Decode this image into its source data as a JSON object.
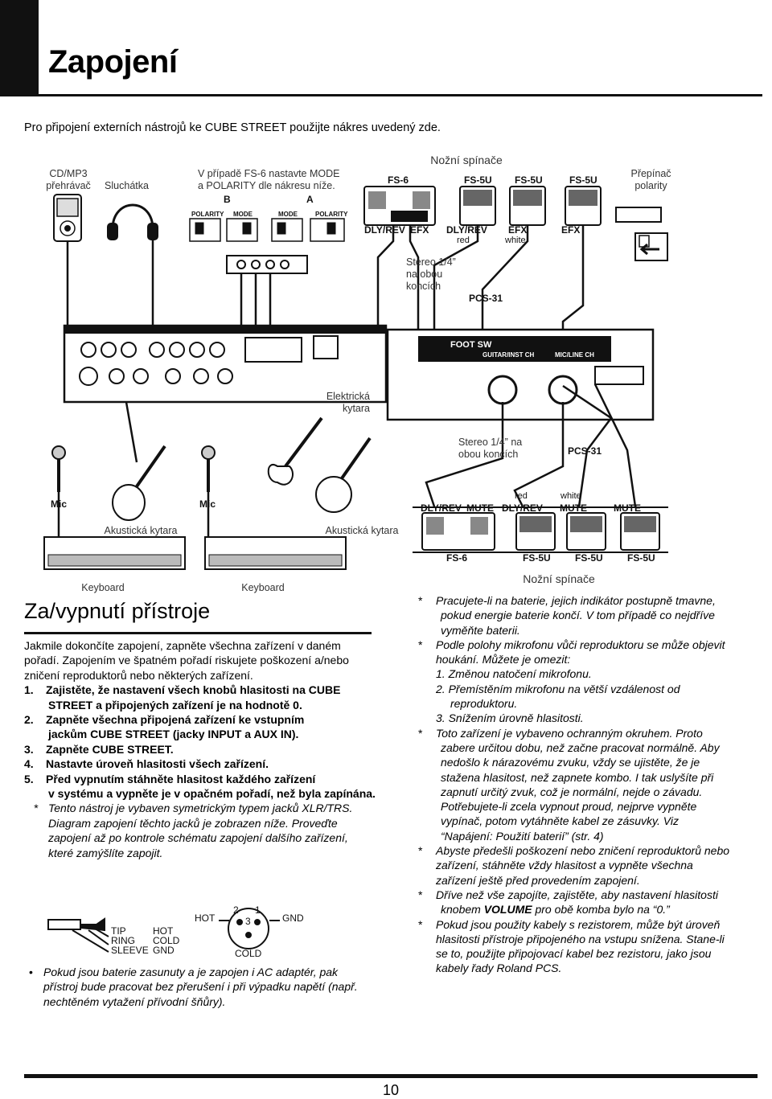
{
  "header": {
    "title": "Zapojení"
  },
  "intro": "Pro připojení externích nástrojů ke CUBE STREET použijte nákres uvedený zde.",
  "diagram": {
    "labels": {
      "cd_player": [
        "CD/MP3",
        "přehrávač"
      ],
      "headphones": "Sluchátka",
      "mode_note": [
        "V případě FS-6 nastavte MODE",
        "a POLARITY dle nákresu níže."
      ],
      "foot_switches_top": "Nožní spínače",
      "polarity_switch": [
        "Přepínač",
        "polarity"
      ],
      "stereo_top": [
        "Stereo 1/4”",
        "na obou",
        "koncích"
      ],
      "pcs31": "PCS-31",
      "electric_guitar": [
        "Elektrická",
        "kytara"
      ],
      "stereo_mid": [
        "Stereo 1/4” na",
        "obou koncích"
      ],
      "mic": "Mic",
      "acoustic_guitar": "Akustická kytara",
      "keyboard": "Keyboard",
      "foot_switches_bottom": "Nožní spínače",
      "fs6": "FS-6",
      "fs5u": "FS-5U",
      "dly_rev": "DLY/REV",
      "efx": "EFX",
      "mute": "MUTE",
      "red": "red",
      "white": "white",
      "b": "B",
      "a": "A",
      "polarity": "POLARITY",
      "mode": "MODE",
      "foot_sw": "FOOT SW",
      "guitar_inst": "GUITAR/INST CH",
      "mic_line": "MIC/LINE CH"
    }
  },
  "section": {
    "title": "Za/vypnutí přístroje",
    "para": "Jakmile dokončíte zapojení, zapněte všechna zařízení v daném pořadí. Zapojením ve špatném pořadí riskujete poškození a/nebo zničení reproduktorů nebo některých zařízení.",
    "steps": [
      {
        "num": "1.",
        "line1": "Zajistěte, že nastavení všech knobů hlasitosti na CUBE",
        "line2": "STREET a připojených zařízení je na hodnotě 0."
      },
      {
        "num": "2.",
        "line1": "Zapněte všechna připojená zařízení ke vstupním",
        "line2": "jackům CUBE STREET (jacky INPUT a AUX IN)."
      },
      {
        "num": "3.",
        "line1": "Zapněte CUBE STREET.",
        "line2": ""
      },
      {
        "num": "4.",
        "line1": "Nastavte úroveň hlasitosti všech zařízení.",
        "line2": ""
      },
      {
        "num": "5.",
        "line1": "Před vypnutím stáhněte hlasitost každého zařízení",
        "line2": "v systému a vypněte je v opačném pořadí, než byla zapínána."
      }
    ],
    "note": "Tento nástroj je vybaven symetrickým typem jacků XLR/TRS. Diagram zapojení těchto jacků je zobrazen níže. Proveďte zapojení až po kontrole schématu zapojení dalšího zařízení, které zamýšlíte zapojit.",
    "jack": {
      "tip": "TIP",
      "ring": "RING",
      "sleeve": "SLEEVE",
      "hot": "HOT",
      "cold": "COLD",
      "gnd": "GND",
      "pin1": "1",
      "pin2": "2",
      "pin3": "3"
    },
    "bullet": "Pokud jsou baterie zasunuty a je zapojen i AC adaptér, pak přístroj bude pracovat bez přerušení i při výpadku napětí (např. nechtěném vytažení přívodní šňůry)."
  },
  "right_notes": {
    "n1": [
      "Pracujete-li na baterie, jejich indikátor postupně tmavne,",
      "pokud energie baterie končí.  V tom případě co nejdříve",
      "vyměňte baterii."
    ],
    "n2": [
      "Podle polohy mikrofonu vůči reproduktoru se může objevit",
      "houkání. Můžete je omezit:",
      "1. Změnou natočení mikrofonu.",
      "2. Přemístěním mikrofonu na větší vzdálenost od",
      "reproduktoru.",
      "3. Snížením úrovně hlasitosti."
    ],
    "n3": [
      "Toto zařízení je vybaveno ochranným okruhem. Proto",
      "zabere určitou dobu, než začne pracovat normálně.  Aby",
      "nedošlo k nárazovému zvuku, vždy se ujistěte, že je",
      "stažena hlasitost, než zapnete kombo.  I tak uslyšíte při",
      "zapnutí určitý zvuk, což je normální, nejde o závadu.",
      "Potřebujete-li zcela vypnout proud, nejprve vypněte",
      "vypínač, potom vytáhněte kabel ze zásuvky.  Viz",
      "“Napájení: Použití baterií” (str. 4)"
    ],
    "n4": [
      "Abyste předešli poškození nebo zničení reproduktorů nebo",
      "zařízení, stáhněte vždy hlasitost a vypněte všechna",
      "zařízení ještě před provedením zapojení."
    ],
    "n5_pre": "Dříve než vše zapojíte, zajistěte, aby nastavení hlasitosti",
    "n5_line2_a": "knobem ",
    "n5_bold": "VOLUME",
    "n5_line2_b": " pro obě komba bylo na “0.”",
    "n6": [
      "Pokud jsou použity kabely s rezistorem, může být úroveň",
      "hlasitosti přístroje připojeného na vstupu snížena. Stane-li",
      "se to, použijte připojovací kabel bez rezistoru, jako jsou",
      "kabely řady Roland PCS."
    ]
  },
  "footer": {
    "page": "10"
  }
}
